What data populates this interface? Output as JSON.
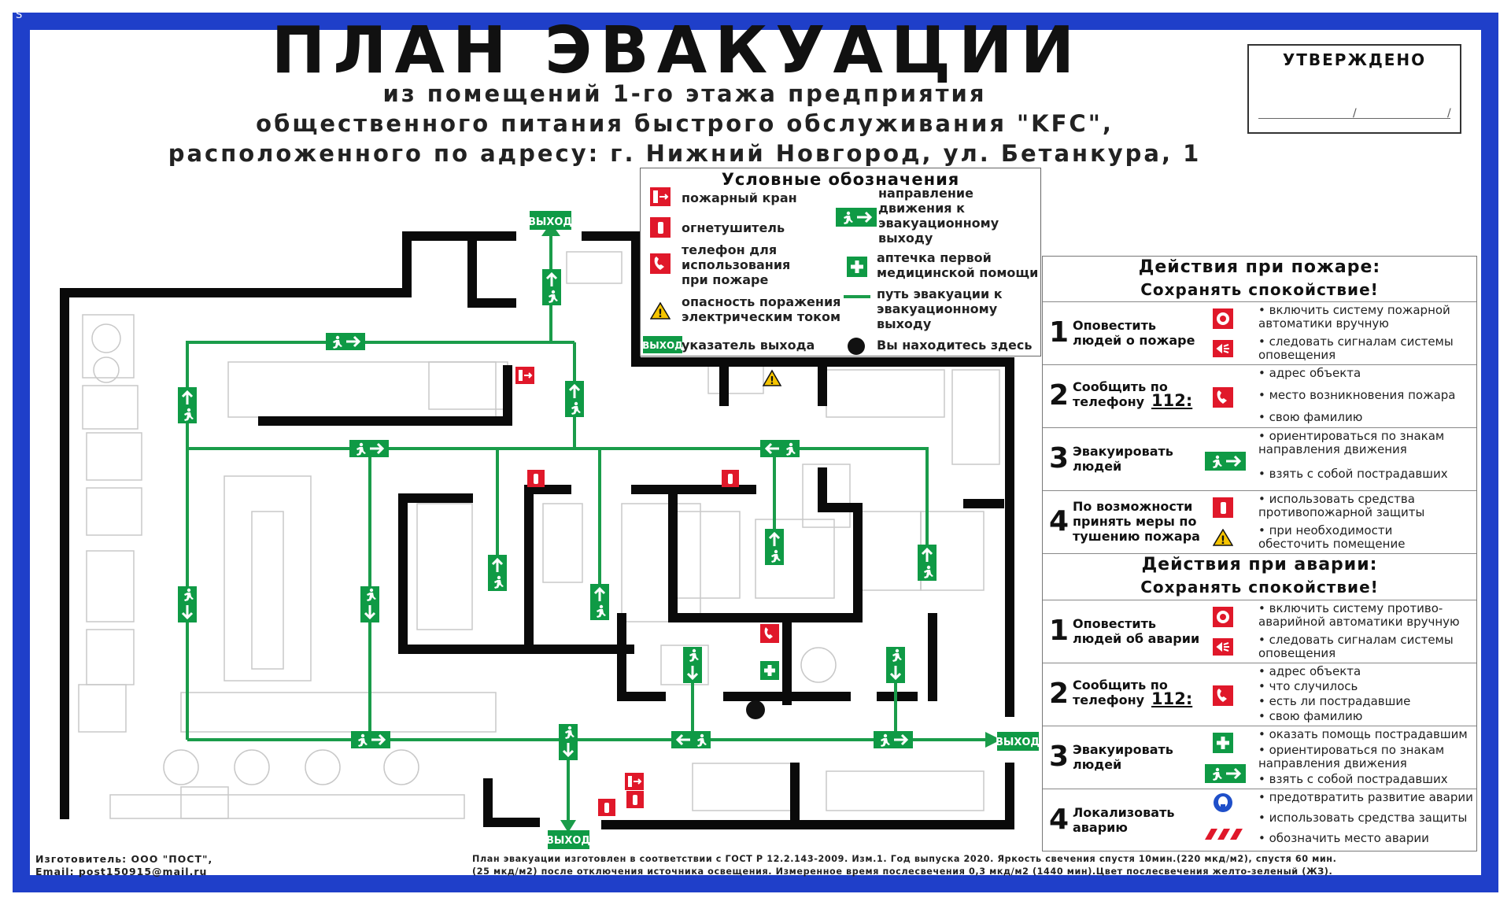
{
  "corner_mark": "S",
  "header": {
    "title": "ПЛАН ЭВАКУАЦИИ",
    "subtitle_line1": "из помещений 1-го этажа предприятия",
    "subtitle_line2": "общественного питания быстрого обслуживания \"KFC\",",
    "subtitle_line3": "расположенного по адресу: г. Нижний Новгород, ул. Бетанкура, 1"
  },
  "approved": {
    "label": "УТВЕРЖДЕНО",
    "slash1": "/",
    "slash2": "/"
  },
  "legend": {
    "title": "Условные обозначения",
    "fire_hydrant": "пожарный кран",
    "extinguisher": "огнетушитель",
    "phone": "телефон для\nиспользования\nпри пожаре",
    "electric": "опасность поражения\nэлектрическим током",
    "exit_sign": "указатель выхода",
    "direction": "направление\nдвижения к\nэвакуационному\nвыходу",
    "first_aid": "аптечка первой\nмедицинской помощи",
    "path": "путь эвакуации к\nэвакуационному\nвыходу",
    "you_are_here": "Вы находитесь здесь",
    "exit_word": "ВЫХОД"
  },
  "plan": {
    "exit_label": "ВЫХОД"
  },
  "fire_actions": {
    "title": "Действия при пожаре:",
    "subtitle": "Сохранять спокойствие!",
    "steps": [
      {
        "num": "1",
        "action": "Оповестить\nлюдей о пожаре",
        "icon": "alarm-button-icon",
        "bullets": [
          "• включить систему пожарной\n  автоматики вручную",
          "• следовать сигналам системы\n  оповещения"
        ]
      },
      {
        "num": "2",
        "action": "Сообщить по\nтелефону",
        "phone": "112:",
        "icon": "phone-icon",
        "bullets": [
          "• адрес объекта",
          "• место возникновения пожара",
          "• свою фамилию"
        ]
      },
      {
        "num": "3",
        "action": "Эвакуировать\nлюдей",
        "icon": "exit-direction-icon",
        "bullets": [
          "• ориентироваться по знакам\n  направления движения",
          "• взять с собой пострадавших"
        ]
      },
      {
        "num": "4",
        "action": "По возможности\nпринять меры по\nтушению пожара",
        "icon": "extinguisher-icon",
        "bullets": [
          "• использовать средства\n  противопожарной защиты",
          "• при необходимости\n  обесточить помещение"
        ]
      }
    ]
  },
  "accident_actions": {
    "title": "Действия при аварии:",
    "subtitle": "Сохранять спокойствие!",
    "steps": [
      {
        "num": "1",
        "action": "Оповестить\nлюдей об аварии",
        "icon": "alarm-button-icon",
        "bullets": [
          "• включить систему противо-\n  аварийной автоматики вручную",
          "• следовать сигналам системы\n  оповещения"
        ]
      },
      {
        "num": "2",
        "action": "Сообщить по\nтелефону",
        "phone": "112:",
        "icon": "phone-icon",
        "bullets": [
          "• адрес объекта",
          "• что случилось",
          "• есть ли пострадавшие",
          "• свою фамилию"
        ]
      },
      {
        "num": "3",
        "action": "Эвакуировать\nлюдей",
        "icon": "first-aid-icon",
        "bullets": [
          "• оказать помощь пострадавшим",
          "• ориентироваться по знакам\n  направления движения",
          "• взять с собой пострадавших"
        ]
      },
      {
        "num": "4",
        "action": "Локализовать\nаварию",
        "icon": "protective-mask-icon",
        "bullets": [
          "• предотвратить развитие аварии",
          "• использовать средства защиты",
          "• обозначить место аварии"
        ]
      }
    ]
  },
  "footer": {
    "maker_line1": "Изготовитель: ООО \"ПОСТ\",",
    "maker_line2": "Email: post150915@mail.ru",
    "gost_line1": "План эвакуации изготовлен в соответствии с ГОСТ Р 12.2.143-2009. Изм.1. Год выпуска 2020. Яркость свечения спустя 10мин.(220 мкд/м2), спустя 60 мин.",
    "gost_line2": "(25 мкд/м2) после отключения источника освещения. Измеренное время послесвечения 0,3 мкд/м2 (1440 мин).Цвет послесвечения желто-зеленый (ЖЗ)."
  },
  "colors": {
    "border": "#1f3fc9",
    "path": "#1a9c4a",
    "sign": "#0f9a45",
    "fire": "#e0182a",
    "wall": "#0a0a0a"
  }
}
